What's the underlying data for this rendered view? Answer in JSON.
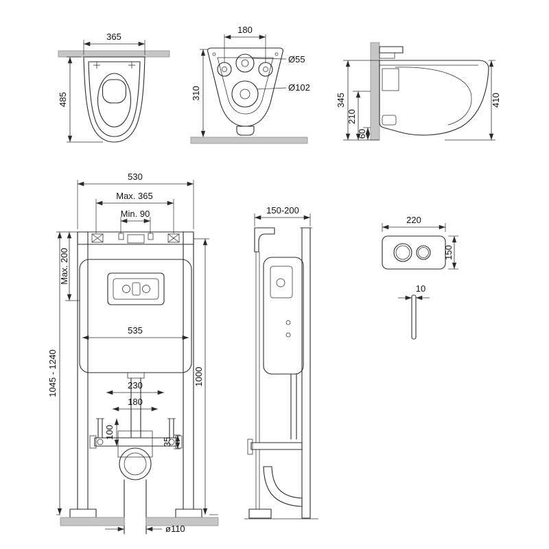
{
  "colors": {
    "line": "#2a2a2a",
    "wall_fill": "#c6c6c6",
    "background": "#ffffff"
  },
  "toilet_top": {
    "width": "365",
    "depth": "485"
  },
  "toilet_back": {
    "bolt_spacing": "180",
    "inlet_diameter": "Ø55",
    "outlet_diameter": "Ø102",
    "height": "310"
  },
  "toilet_side": {
    "height": "345",
    "outlet_height": "210",
    "bottom_gap": "60",
    "depth": "410"
  },
  "frame_front": {
    "width": "530",
    "max_width": "Max. 365",
    "min_width": "Min. 90",
    "max_top_offset": "Max. 200",
    "height_range": "1045 - 1240",
    "tank_width": "535",
    "fixing_spacing_wide": "230",
    "fixing_spacing_narrow": "180",
    "rod_length": "100",
    "plate_offset": "35",
    "install_height": "1000",
    "drain_diameter": "ø110"
  },
  "frame_side": {
    "depth_range": "150-200"
  },
  "flush_plate": {
    "width": "220",
    "height": "150",
    "thickness": "10"
  }
}
